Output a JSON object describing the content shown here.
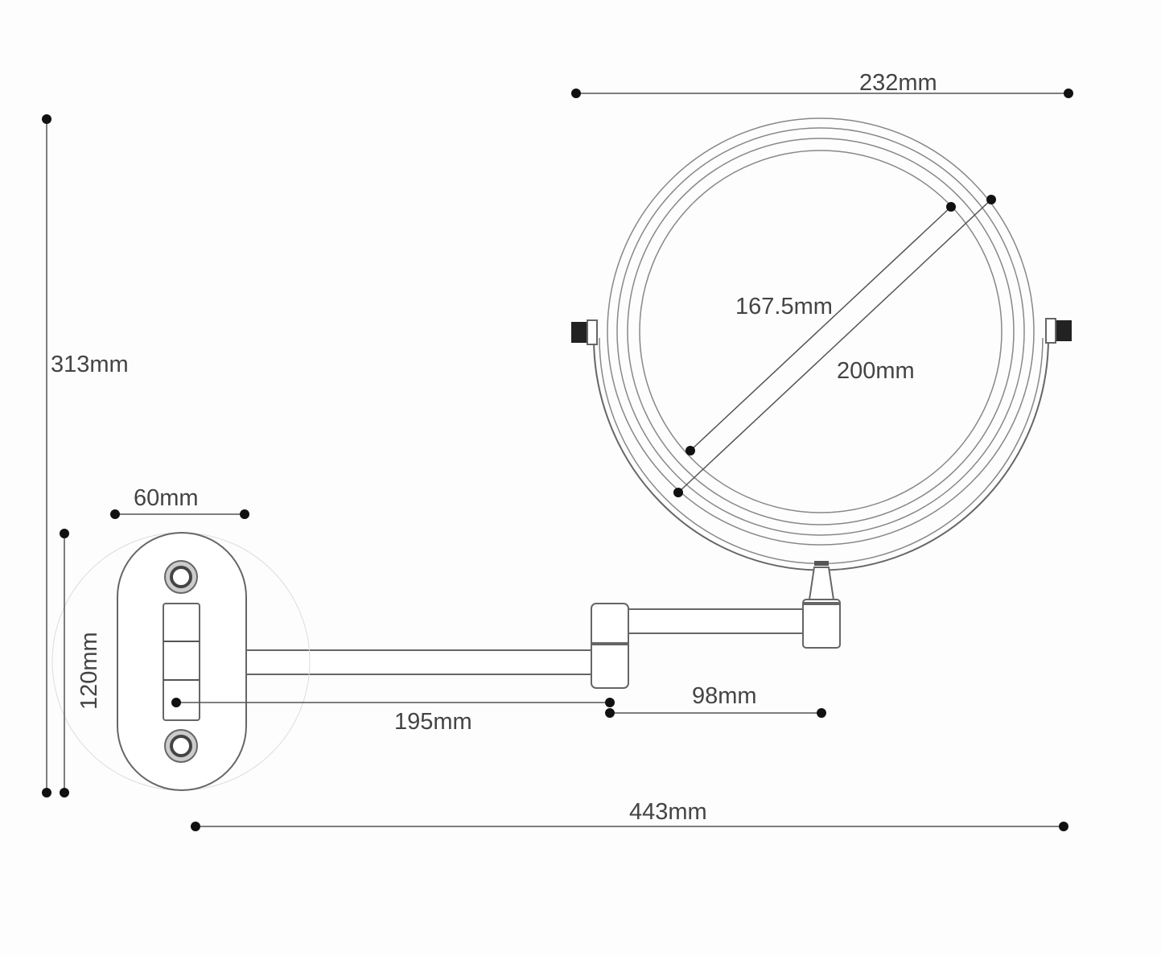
{
  "dimensions": {
    "mirror_width": "232mm",
    "total_height": "313mm",
    "inner_diameter": "167.5mm",
    "outer_diameter": "200mm",
    "plate_width": "60mm",
    "plate_height": "120mm",
    "arm_length_1": "195mm",
    "arm_length_2": "98mm",
    "total_length": "443mm"
  },
  "colors": {
    "line": "#555555",
    "text": "#444444",
    "background": "#fdfdfd"
  }
}
